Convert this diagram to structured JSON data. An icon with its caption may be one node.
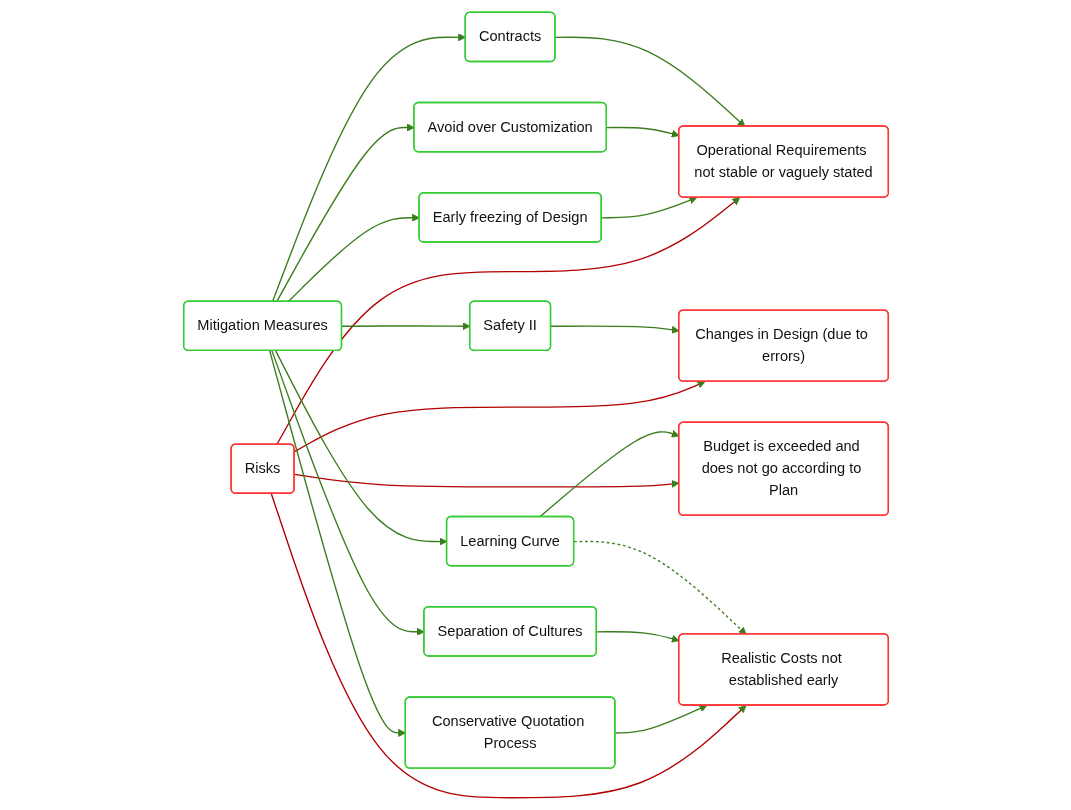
{
  "diagram": {
    "nodes": [
      {
        "text": [
          "Risks"
        ]
      },
      {
        "text": [
          "Operational Requirements not stable or vaguely stated"
        ]
      },
      {
        "text": [
          "Changes in Design (due to errors)"
        ]
      },
      {
        "text": [
          "Realistic Costs not established early"
        ]
      },
      {
        "text": [
          "Budget is exceeded and does not go according to Plan"
        ]
      },
      {
        "text": [
          "Early freezing of Design"
        ]
      },
      {
        "text": [
          "Avoid over Customization"
        ]
      },
      {
        "text": [
          "Contracts"
        ]
      },
      {
        "text": [
          "Safety II"
        ]
      },
      {
        "text": [
          "Conservative Quotation Process"
        ]
      },
      {
        "text": [
          "Separation of Cultures"
        ]
      },
      {
        "text": [
          "Learning Curve"
        ]
      },
      {
        "text": [
          "Mitigation Measures"
        ]
      }
    ],
    "edges": [
      {
        "from": 0,
        "to": 1,
        "arrow": "to",
        "color": "#b20000"
      },
      {
        "from": 0,
        "to": 2,
        "arrow": "to",
        "color": "#b20000"
      },
      {
        "from": 0,
        "to": 3,
        "arrow": "to",
        "color": "#b20000"
      },
      {
        "from": 0,
        "to": 4,
        "arrow": "to",
        "color": "#b20000"
      },
      {
        "from": 12,
        "to": 5,
        "arrow": "to"
      },
      {
        "from": 12,
        "to": 6,
        "arrow": "to"
      },
      {
        "from": 12,
        "to": 7,
        "arrow": "to"
      },
      {
        "from": 12,
        "to": 8,
        "arrow": "to"
      },
      {
        "from": 12,
        "to": 9,
        "arrow": "to"
      },
      {
        "from": 12,
        "to": 10,
        "arrow": "to"
      },
      {
        "from": 12,
        "to": 11,
        "arrow": "to"
      },
      {
        "from": 5,
        "to": 1,
        "arrow": "to"
      },
      {
        "from": 6,
        "to": 1,
        "arrow": "to"
      },
      {
        "from": 7,
        "to": 1,
        "arrow": "to"
      },
      {
        "from": 8,
        "to": 2,
        "arrow": "to"
      },
      {
        "from": 9,
        "to": 3,
        "arrow": "to"
      },
      {
        "from": 10,
        "to": 3,
        "arrow": "to"
      },
      {
        "from": 11,
        "to": 4,
        "arrow": "to"
      },
      {
        "from": 11,
        "to": 3,
        "arrow": "to",
        "style": "dashed"
      }
    ]
  }
}
